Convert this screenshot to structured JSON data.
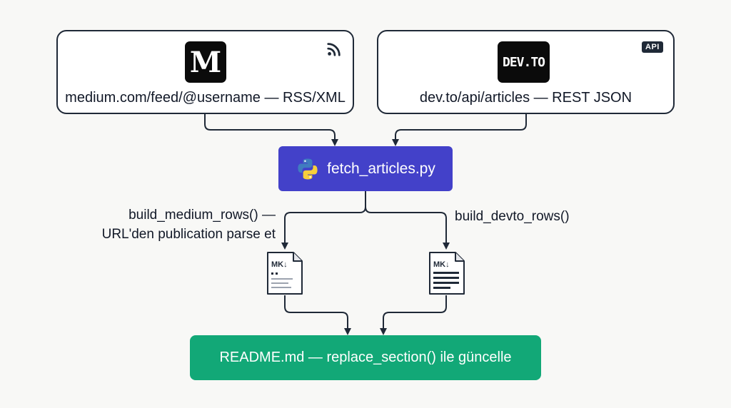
{
  "sources": {
    "medium": {
      "logo_text": "M",
      "label": "medium.com/feed/@username — RSS/XML",
      "icon": "rss-icon"
    },
    "devto": {
      "logo_text": "DEV.TO",
      "badge": "API",
      "label": "dev.to/api/articles — REST JSON"
    }
  },
  "script": {
    "label": "fetch_articles.py",
    "icon": "python-icon"
  },
  "branches": {
    "medium_label_line1": "build_medium_rows() —",
    "medium_label_line2": "URL'den publication parse et",
    "devto_label": "build_devto_rows()",
    "md_badge": "MK↓"
  },
  "output": {
    "label": "README.md — replace_section() ile güncelle"
  },
  "colors": {
    "script_bg": "#4341c9",
    "output_bg": "#12a877",
    "stroke": "#1f2937"
  }
}
